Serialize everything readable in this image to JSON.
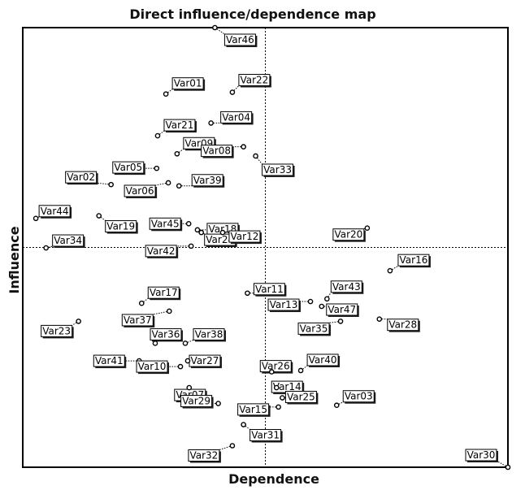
{
  "chart_data": {
    "type": "scatter",
    "title": "Direct influence/dependence map",
    "xlabel": "Dependence",
    "ylabel": "Influence",
    "xlim": [
      0,
      100
    ],
    "ylim": [
      0,
      100
    ],
    "quadrant_x": 50,
    "quadrant_y": 50,
    "points": [
      {
        "name": "Var46",
        "x": 39.6,
        "y": 100
      },
      {
        "name": "Var01",
        "x": 29.5,
        "y": 84.9
      },
      {
        "name": "Var22",
        "x": 43.2,
        "y": 85.3
      },
      {
        "name": "Var21",
        "x": 27.8,
        "y": 75.4
      },
      {
        "name": "Var04",
        "x": 38.8,
        "y": 78.3
      },
      {
        "name": "Var09",
        "x": 31.8,
        "y": 71.3
      },
      {
        "name": "Var08",
        "x": 45.5,
        "y": 72.9
      },
      {
        "name": "Var05",
        "x": 27.6,
        "y": 68.0
      },
      {
        "name": "Var33",
        "x": 48.0,
        "y": 70.8
      },
      {
        "name": "Var02",
        "x": 18.2,
        "y": 64.3
      },
      {
        "name": "Var39",
        "x": 32.2,
        "y": 64.0
      },
      {
        "name": "Var06",
        "x": 30.0,
        "y": 64.7
      },
      {
        "name": "Var44",
        "x": 2.7,
        "y": 56.6
      },
      {
        "name": "Var19",
        "x": 15.7,
        "y": 57.2
      },
      {
        "name": "Var18",
        "x": 36.0,
        "y": 54.0
      },
      {
        "name": "Var34",
        "x": 4.8,
        "y": 49.9
      },
      {
        "name": "Var45",
        "x": 34.2,
        "y": 55.4
      },
      {
        "name": "Var24",
        "x": 36.8,
        "y": 53.4
      },
      {
        "name": "Var42",
        "x": 34.7,
        "y": 50.3
      },
      {
        "name": "Var12",
        "x": 41.2,
        "y": 53.4
      },
      {
        "name": "Var20",
        "x": 71.0,
        "y": 54.4
      },
      {
        "name": "Var16",
        "x": 75.7,
        "y": 44.7
      },
      {
        "name": "Var11",
        "x": 46.3,
        "y": 39.6
      },
      {
        "name": "Var17",
        "x": 24.5,
        "y": 37.3
      },
      {
        "name": "Var43",
        "x": 62.7,
        "y": 38.3
      },
      {
        "name": "Var13",
        "x": 59.3,
        "y": 37.7
      },
      {
        "name": "Var47",
        "x": 61.6,
        "y": 36.6
      },
      {
        "name": "Var37",
        "x": 30.2,
        "y": 35.5
      },
      {
        "name": "Var28",
        "x": 73.5,
        "y": 33.7
      },
      {
        "name": "Var35",
        "x": 65.5,
        "y": 33.2
      },
      {
        "name": "Var23",
        "x": 11.5,
        "y": 33.2
      },
      {
        "name": "Var36",
        "x": 27.3,
        "y": 28.2
      },
      {
        "name": "Var38",
        "x": 33.5,
        "y": 28.2
      },
      {
        "name": "Var27",
        "x": 34.0,
        "y": 24.2
      },
      {
        "name": "Var41",
        "x": 24.0,
        "y": 24.2
      },
      {
        "name": "Var10",
        "x": 32.5,
        "y": 22.9
      },
      {
        "name": "Var26",
        "x": 51.3,
        "y": 21.7
      },
      {
        "name": "Var40",
        "x": 57.3,
        "y": 22.0
      },
      {
        "name": "Var07",
        "x": 34.3,
        "y": 18.1
      },
      {
        "name": "Var14",
        "x": 52.3,
        "y": 18.1
      },
      {
        "name": "Var25",
        "x": 53.5,
        "y": 15.8
      },
      {
        "name": "Var03",
        "x": 64.7,
        "y": 14.1
      },
      {
        "name": "Var29",
        "x": 40.3,
        "y": 14.5
      },
      {
        "name": "Var15",
        "x": 52.7,
        "y": 13.7
      },
      {
        "name": "Var31",
        "x": 45.5,
        "y": 9.7
      },
      {
        "name": "Var32",
        "x": 43.2,
        "y": 4.9
      },
      {
        "name": "Var30",
        "x": 100,
        "y": 0
      }
    ]
  }
}
